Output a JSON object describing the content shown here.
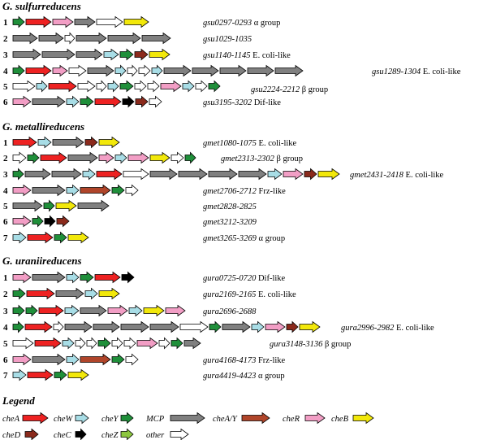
{
  "colors": {
    "cheA": "#ee2222",
    "cheW": "#a8dde6",
    "cheY": "#1f8f3a",
    "MCP": "#808080",
    "cheAY": "#b0452a",
    "cheR": "#f29ec5",
    "cheB": "#f2e80a",
    "cheD": "#8b2a1c",
    "cheC": "#000000",
    "cheZ": "#8cc63f",
    "other": "#ffffff"
  },
  "sections": [
    {
      "title": "G. sulfurreducens",
      "rows": [
        {
          "num": "1",
          "genes": [
            [
              "cheY",
              14
            ],
            [
              "cheA",
              31
            ],
            [
              "cheR",
              25
            ],
            [
              "MCP",
              25
            ],
            [
              "other",
              32
            ],
            [
              "cheB",
              30
            ]
          ],
          "label_it": "gsu0297-0293",
          "label_rest": " α group"
        },
        {
          "num": "2",
          "genes": [
            [
              "MCP",
              30
            ],
            [
              "MCP",
              30
            ],
            [
              "other",
              12
            ],
            [
              "MCP",
              37
            ],
            [
              "MCP",
              40
            ],
            [
              "MCP",
              35
            ]
          ],
          "label_it": "gsu1029-1035",
          "label_rest": ""
        },
        {
          "num": "3",
          "genes": [
            [
              "MCP",
              34
            ],
            [
              "MCP",
              40
            ],
            [
              "MCP",
              32
            ],
            [
              "cheW",
              18
            ],
            [
              "cheY",
              16
            ],
            [
              "cheD",
              16
            ],
            [
              "cheB",
              25
            ]
          ],
          "label_it": "gsu1140-1145",
          "label_rest": " E. coli-like"
        },
        {
          "num": "4",
          "genes": [
            [
              "cheY",
              14
            ],
            [
              "cheA",
              31
            ],
            [
              "cheR",
              18
            ],
            [
              "other",
              21
            ],
            [
              "MCP",
              32
            ],
            [
              "cheW",
              13
            ],
            [
              "other",
              12
            ],
            [
              "other",
              14
            ],
            [
              "cheW",
              13
            ],
            [
              "MCP",
              33
            ],
            [
              "MCP",
              32
            ],
            [
              "MCP",
              32
            ],
            [
              "MCP",
              32
            ],
            [
              "MCP",
              34
            ]
          ],
          "label_it": "gsu1289-1304",
          "label_rest": " E. coli-like"
        },
        {
          "num": "5",
          "genes": [
            [
              "other",
              27
            ],
            [
              "cheW",
              13
            ],
            [
              "cheA",
              34
            ],
            [
              "other",
              21
            ],
            [
              "other",
              12
            ],
            [
              "cheW",
              13
            ],
            [
              "cheY",
              16
            ],
            [
              "other",
              14
            ],
            [
              "other",
              14
            ],
            [
              "cheR",
              25
            ],
            [
              "cheW",
              14
            ],
            [
              "other",
              14
            ],
            [
              "cheY",
              14
            ]
          ],
          "label_it": "gsu2224-2212",
          "label_rest": " β group"
        },
        {
          "num": "6",
          "genes": [
            [
              "cheR",
              22
            ],
            [
              "MCP",
              40
            ],
            [
              "cheW",
              15
            ],
            [
              "cheY",
              16
            ],
            [
              "cheA",
              32
            ],
            [
              "cheC",
              14
            ],
            [
              "cheD",
              15
            ],
            [
              "other",
              15
            ]
          ],
          "label_it": "gsu3195-3202",
          "label_rest": " Dif-like"
        }
      ]
    },
    {
      "title": "G. metallireducens",
      "rows": [
        {
          "num": "1",
          "genes": [
            [
              "cheA",
              29
            ],
            [
              "cheW",
              16
            ],
            [
              "MCP",
              38
            ],
            [
              "cheD",
              15
            ],
            [
              "cheB",
              25
            ]
          ],
          "label_it": "gmet1080-1075",
          "label_rest": " E. coli-like"
        },
        {
          "num": "2",
          "genes": [
            [
              "other",
              16
            ],
            [
              "cheY",
              14
            ],
            [
              "cheA",
              32
            ],
            [
              "MCP",
              36
            ],
            [
              "cheR",
              18
            ],
            [
              "cheW",
              14
            ],
            [
              "cheR",
              25
            ],
            [
              "cheB",
              24
            ],
            [
              "other",
              15
            ],
            [
              "cheY",
              13
            ]
          ],
          "label_it": "gmet2313-2302",
          "label_rest": " β group"
        },
        {
          "num": "3",
          "genes": [
            [
              "cheY",
              13
            ],
            [
              "MCP",
              31
            ],
            [
              "MCP",
              36
            ],
            [
              "cheW",
              15
            ],
            [
              "cheA",
              31
            ],
            [
              "other",
              31
            ],
            [
              "MCP",
              33
            ],
            [
              "MCP",
              35
            ],
            [
              "MCP",
              35
            ],
            [
              "MCP",
              34
            ],
            [
              "cheW",
              17
            ],
            [
              "cheR",
              24
            ],
            [
              "cheD",
              15
            ],
            [
              "cheB",
              26
            ]
          ],
          "label_it": "gmet2431-2418",
          "label_rest": " E. coli-like"
        },
        {
          "num": "4",
          "genes": [
            [
              "cheR",
              22
            ],
            [
              "MCP",
              40
            ],
            [
              "cheW",
              15
            ],
            [
              "cheAY",
              37
            ],
            [
              "cheY",
              15
            ],
            [
              "other",
              15
            ]
          ],
          "label_it": "gmet2706-2712",
          "label_rest": " Frz-like"
        },
        {
          "num": "5",
          "genes": [
            [
              "MCP",
              36
            ],
            [
              "cheY",
              13
            ],
            [
              "cheB",
              25
            ],
            [
              "MCP",
              38
            ]
          ],
          "label_it": "gmet2828-2825",
          "label_rest": ""
        },
        {
          "num": "6",
          "genes": [
            [
              "cheR",
              22
            ],
            [
              "cheY",
              13
            ],
            [
              "cheC",
              13
            ],
            [
              "cheD",
              15
            ]
          ],
          "label_it": "gmet3212-3209",
          "label_rest": ""
        },
        {
          "num": "7",
          "genes": [
            [
              "cheW",
              16
            ],
            [
              "cheA",
              31
            ],
            [
              "cheY",
              15
            ],
            [
              "cheB",
              25
            ]
          ],
          "label_it": "gmet3265-3269",
          "label_rest": " α group"
        }
      ]
    },
    {
      "title": "G. uraniireducens",
      "rows": [
        {
          "num": "1",
          "genes": [
            [
              "cheR",
              22
            ],
            [
              "MCP",
              40
            ],
            [
              "cheW",
              15
            ],
            [
              "cheY",
              16
            ],
            [
              "cheA",
              31
            ],
            [
              "cheC",
              15
            ]
          ],
          "label_it": "gura0725-0720",
          "label_rest": " Dif-like"
        },
        {
          "num": "2",
          "genes": [
            [
              "cheY",
              15
            ],
            [
              "cheA",
              34
            ],
            [
              "MCP",
              34
            ],
            [
              "cheW",
              15
            ],
            [
              "cheB",
              25
            ]
          ],
          "label_it": "gura2169-2165",
          "label_rest": " E. coli-like"
        },
        {
          "num": "3",
          "genes": [
            [
              "cheY",
              14
            ],
            [
              "cheY",
              14
            ],
            [
              "cheA",
              30
            ],
            [
              "cheW",
              17
            ],
            [
              "MCP",
              32
            ],
            [
              "cheR",
              24
            ],
            [
              "cheW",
              16
            ],
            [
              "cheB",
              25
            ],
            [
              "cheR",
              24
            ]
          ],
          "label_it": "gura2696-2688",
          "label_rest": ""
        },
        {
          "num": "4",
          "genes": [
            [
              "cheY",
              13
            ],
            [
              "cheA",
              33
            ],
            [
              "other",
              12
            ],
            [
              "MCP",
              33
            ],
            [
              "MCP",
              32
            ],
            [
              "MCP",
              34
            ],
            [
              "MCP",
              35
            ],
            [
              "other",
              34
            ],
            [
              "cheY",
              14
            ],
            [
              "MCP",
              34
            ],
            [
              "cheW",
              15
            ],
            [
              "cheR",
              24
            ],
            [
              "cheD",
              14
            ],
            [
              "cheB",
              25
            ]
          ],
          "label_it": "gura2996-2982",
          "label_rest": " E. coli-like"
        },
        {
          "num": "5",
          "genes": [
            [
              "other",
              25
            ],
            [
              "cheA",
              32
            ],
            [
              "cheW",
              14
            ],
            [
              "other",
              12
            ],
            [
              "other",
              12
            ],
            [
              "cheY",
              15
            ],
            [
              "other",
              13
            ],
            [
              "other",
              14
            ],
            [
              "cheR",
              25
            ],
            [
              "other",
              13
            ],
            [
              "cheY",
              14
            ],
            [
              "MCP",
              20
            ]
          ],
          "label_it": "gura3148-3136",
          "label_rest": " β group"
        },
        {
          "num": "6",
          "genes": [
            [
              "cheR",
              22
            ],
            [
              "MCP",
              40
            ],
            [
              "cheW",
              15
            ],
            [
              "cheAY",
              37
            ],
            [
              "cheY",
              15
            ],
            [
              "other",
              15
            ]
          ],
          "label_it": "gura4168-4173",
          "label_rest": " Frz-like"
        },
        {
          "num": "7",
          "genes": [
            [
              "cheW",
              16
            ],
            [
              "cheA",
              31
            ],
            [
              "cheY",
              15
            ],
            [
              "cheB",
              25
            ]
          ],
          "label_it": "gura4419-4423",
          "label_rest": " α group"
        }
      ]
    }
  ],
  "legend": {
    "title": "Legend",
    "items": [
      {
        "key": "cheA",
        "label": "cheA"
      },
      {
        "key": "cheW",
        "label": "cheW"
      },
      {
        "key": "cheY",
        "label": "cheY"
      },
      {
        "key": "MCP",
        "label": "MCP"
      },
      {
        "key": "cheAY",
        "label": "cheA/Y"
      },
      {
        "key": "cheR",
        "label": "cheR"
      },
      {
        "key": "cheB",
        "label": "cheB"
      },
      {
        "key": "cheD",
        "label": "cheD"
      },
      {
        "key": "cheC",
        "label": "cheC"
      },
      {
        "key": "cheZ",
        "label": "cheZ"
      },
      {
        "key": "other",
        "label": "other"
      }
    ]
  }
}
